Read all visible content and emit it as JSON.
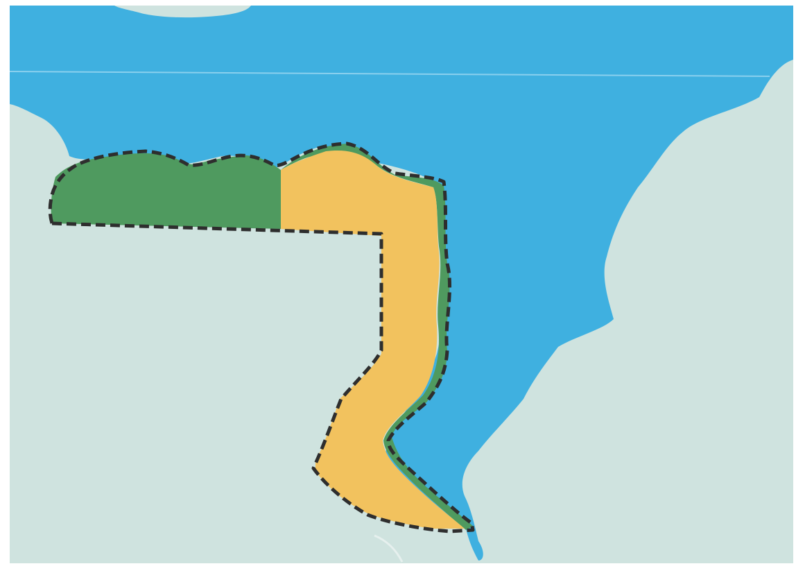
{
  "map": {
    "layers": [
      {
        "name": "water",
        "color": "#3fb0e0"
      },
      {
        "name": "land",
        "color": "#cfe3df"
      },
      {
        "name": "green-zone",
        "color": "#4f9a5f"
      },
      {
        "name": "orange-zone",
        "color": "#f2c25e"
      },
      {
        "name": "boundary",
        "color": "#2e2e2e",
        "style": "dashed"
      }
    ]
  }
}
